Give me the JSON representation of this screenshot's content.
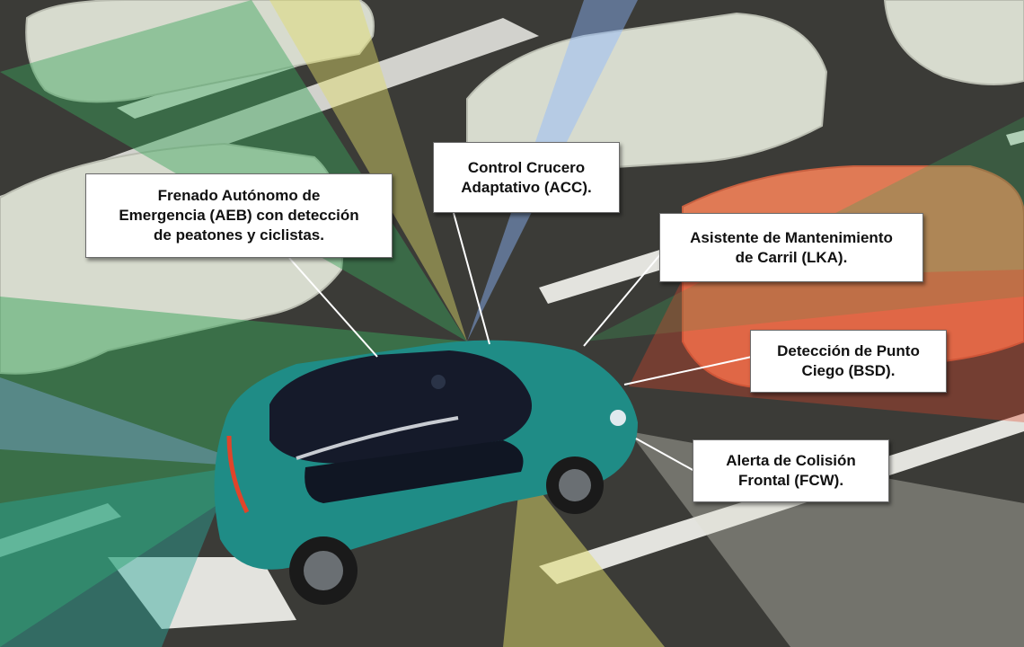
{
  "callouts": {
    "aeb": "Frenado Autónomo de\nEmergencia (AEB) con detección\nde peatones y ciclistas.",
    "acc": "Control Crucero\nAdaptativo (ACC).",
    "lka": "Asistente de Mantenimiento\nde Carril (LKA).",
    "bsd": "Detección de Punto\nCiego (BSD).",
    "fcw": "Alerta de Colisión\nFrontal (FCW)."
  },
  "colors": {
    "road": "#3a3a36",
    "lane_marking": "#e8e8e8",
    "car_body": "#1f8c86",
    "car_roof": "#151a2a",
    "parked_car": "#d9dccf",
    "sensor_green": "#3aa35a",
    "sensor_yellow": "#e0dc6a",
    "sensor_blue": "#8fb8ff",
    "sensor_red": "#e0442a",
    "sensor_teal": "#2aa79a"
  }
}
